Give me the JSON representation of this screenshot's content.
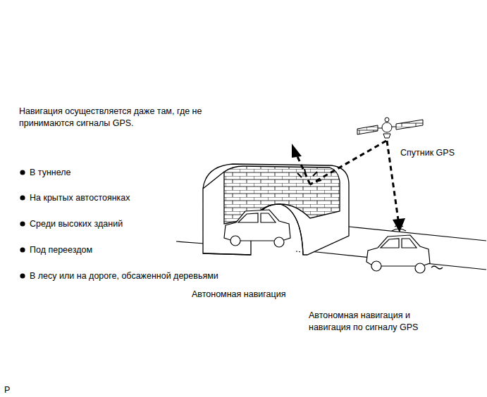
{
  "diagram": {
    "labels": [
      "Навигация осуществляется даже там, где не принимаются сигналы GPS.",
      "В туннеле",
      "На крытых автостоянках",
      "Среди высоких зданий",
      "Под переездом",
      "В лесу или на дороге, обсаженной деревьями",
      "Спутник GPS",
      "Автономная навигация",
      "Автономная навигация и навигация по сигналу GPS",
      "P"
    ]
  }
}
